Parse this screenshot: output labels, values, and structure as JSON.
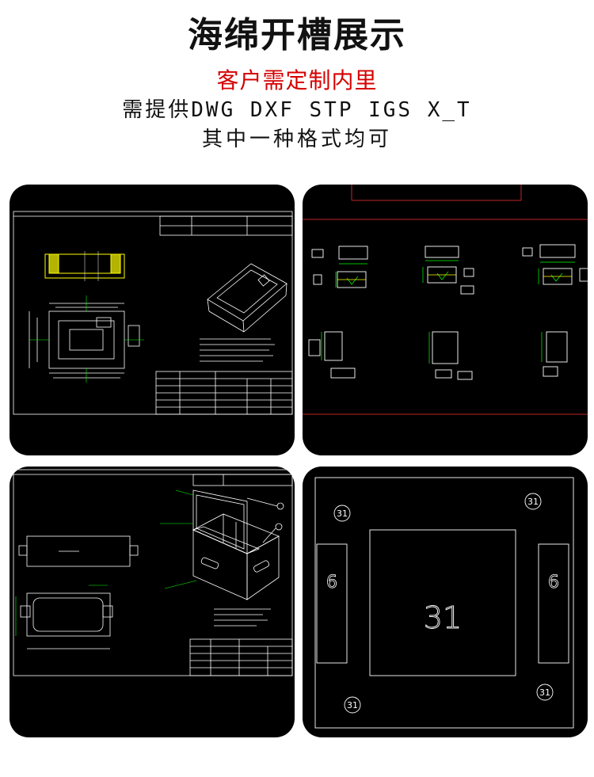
{
  "header": {
    "title": "海绵开槽展示",
    "subtitle_red": "客户需定制内里",
    "formats_line": "需提供DWG DXF STP IGS X_T",
    "note_line": "其中一种格式均可"
  },
  "panels": {
    "drawing4": {
      "label_big": "31",
      "label_left": "6",
      "label_right": "6",
      "corner_labels": [
        "31",
        "31",
        "31",
        "31"
      ]
    }
  },
  "colors": {
    "title": "#111111",
    "red_text": "#d60000",
    "cad_bg": "#000000",
    "cad_white": "#ffffff",
    "cad_green": "#00ff00",
    "cad_yellow": "#ffff00",
    "cad_red": "#ff3030",
    "cad_magenta": "#ff00ff"
  }
}
